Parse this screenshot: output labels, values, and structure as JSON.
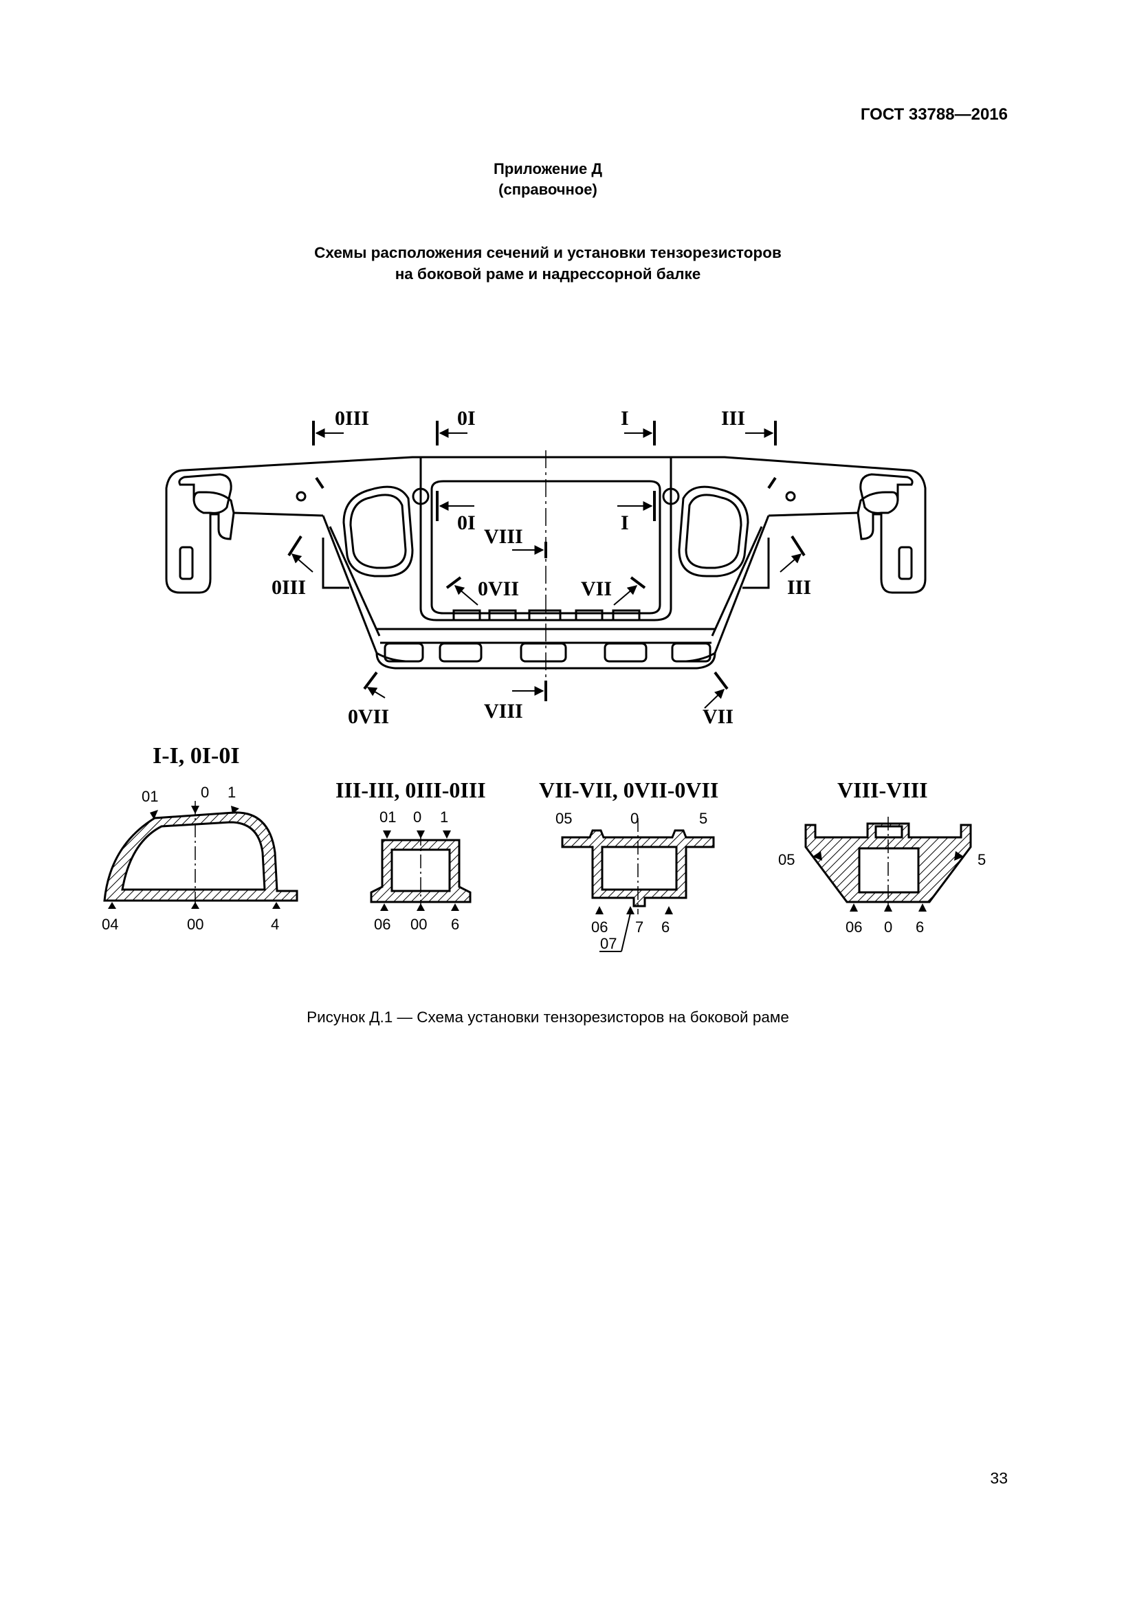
{
  "header": {
    "standard": "ГОСТ 33788—2016"
  },
  "appendix": {
    "title": "Приложение Д",
    "type": "(справочное)"
  },
  "figure_title": {
    "line1": "Схемы расположения сечений и установки тензорезисторов",
    "line2": "на боковой раме и надрессорной балке"
  },
  "frame_labels": {
    "oiii_top": "0III",
    "oi_top": "0I",
    "i_top": "I",
    "iii_top": "III",
    "oi_mid": "0I",
    "i_mid": "I",
    "viii_mid": "VIII",
    "oiii_left": "0III",
    "ovii_inner": "0VII",
    "vii_inner": "VII",
    "iii_right": "III",
    "ovii_bottom": "0VII",
    "viii_bottom": "VIII",
    "vii_bottom": "VII"
  },
  "sections": [
    {
      "title": "I-I, 0I-0I",
      "top_points": [
        "01",
        "0",
        "1"
      ],
      "bottom_points": [
        "04",
        "00",
        "4"
      ]
    },
    {
      "title": "III-III, 0III-0III",
      "top_points": [
        "01",
        "0",
        "1"
      ],
      "bottom_points": [
        "06",
        "00",
        "6"
      ]
    },
    {
      "title": "VII-VII, 0VII-0VII",
      "top_points": [
        "05",
        "0",
        "5"
      ],
      "bottom_points": [
        "06",
        "7",
        "6"
      ],
      "extra_point": "07"
    },
    {
      "title": "VIII-VIII",
      "side_points": [
        "05",
        "5"
      ],
      "bottom_points": [
        "06",
        "0",
        "6"
      ]
    }
  ],
  "caption": "Рисунок Д.1 — Схема установки тензорезисторов на боковой раме",
  "page_number": "33"
}
